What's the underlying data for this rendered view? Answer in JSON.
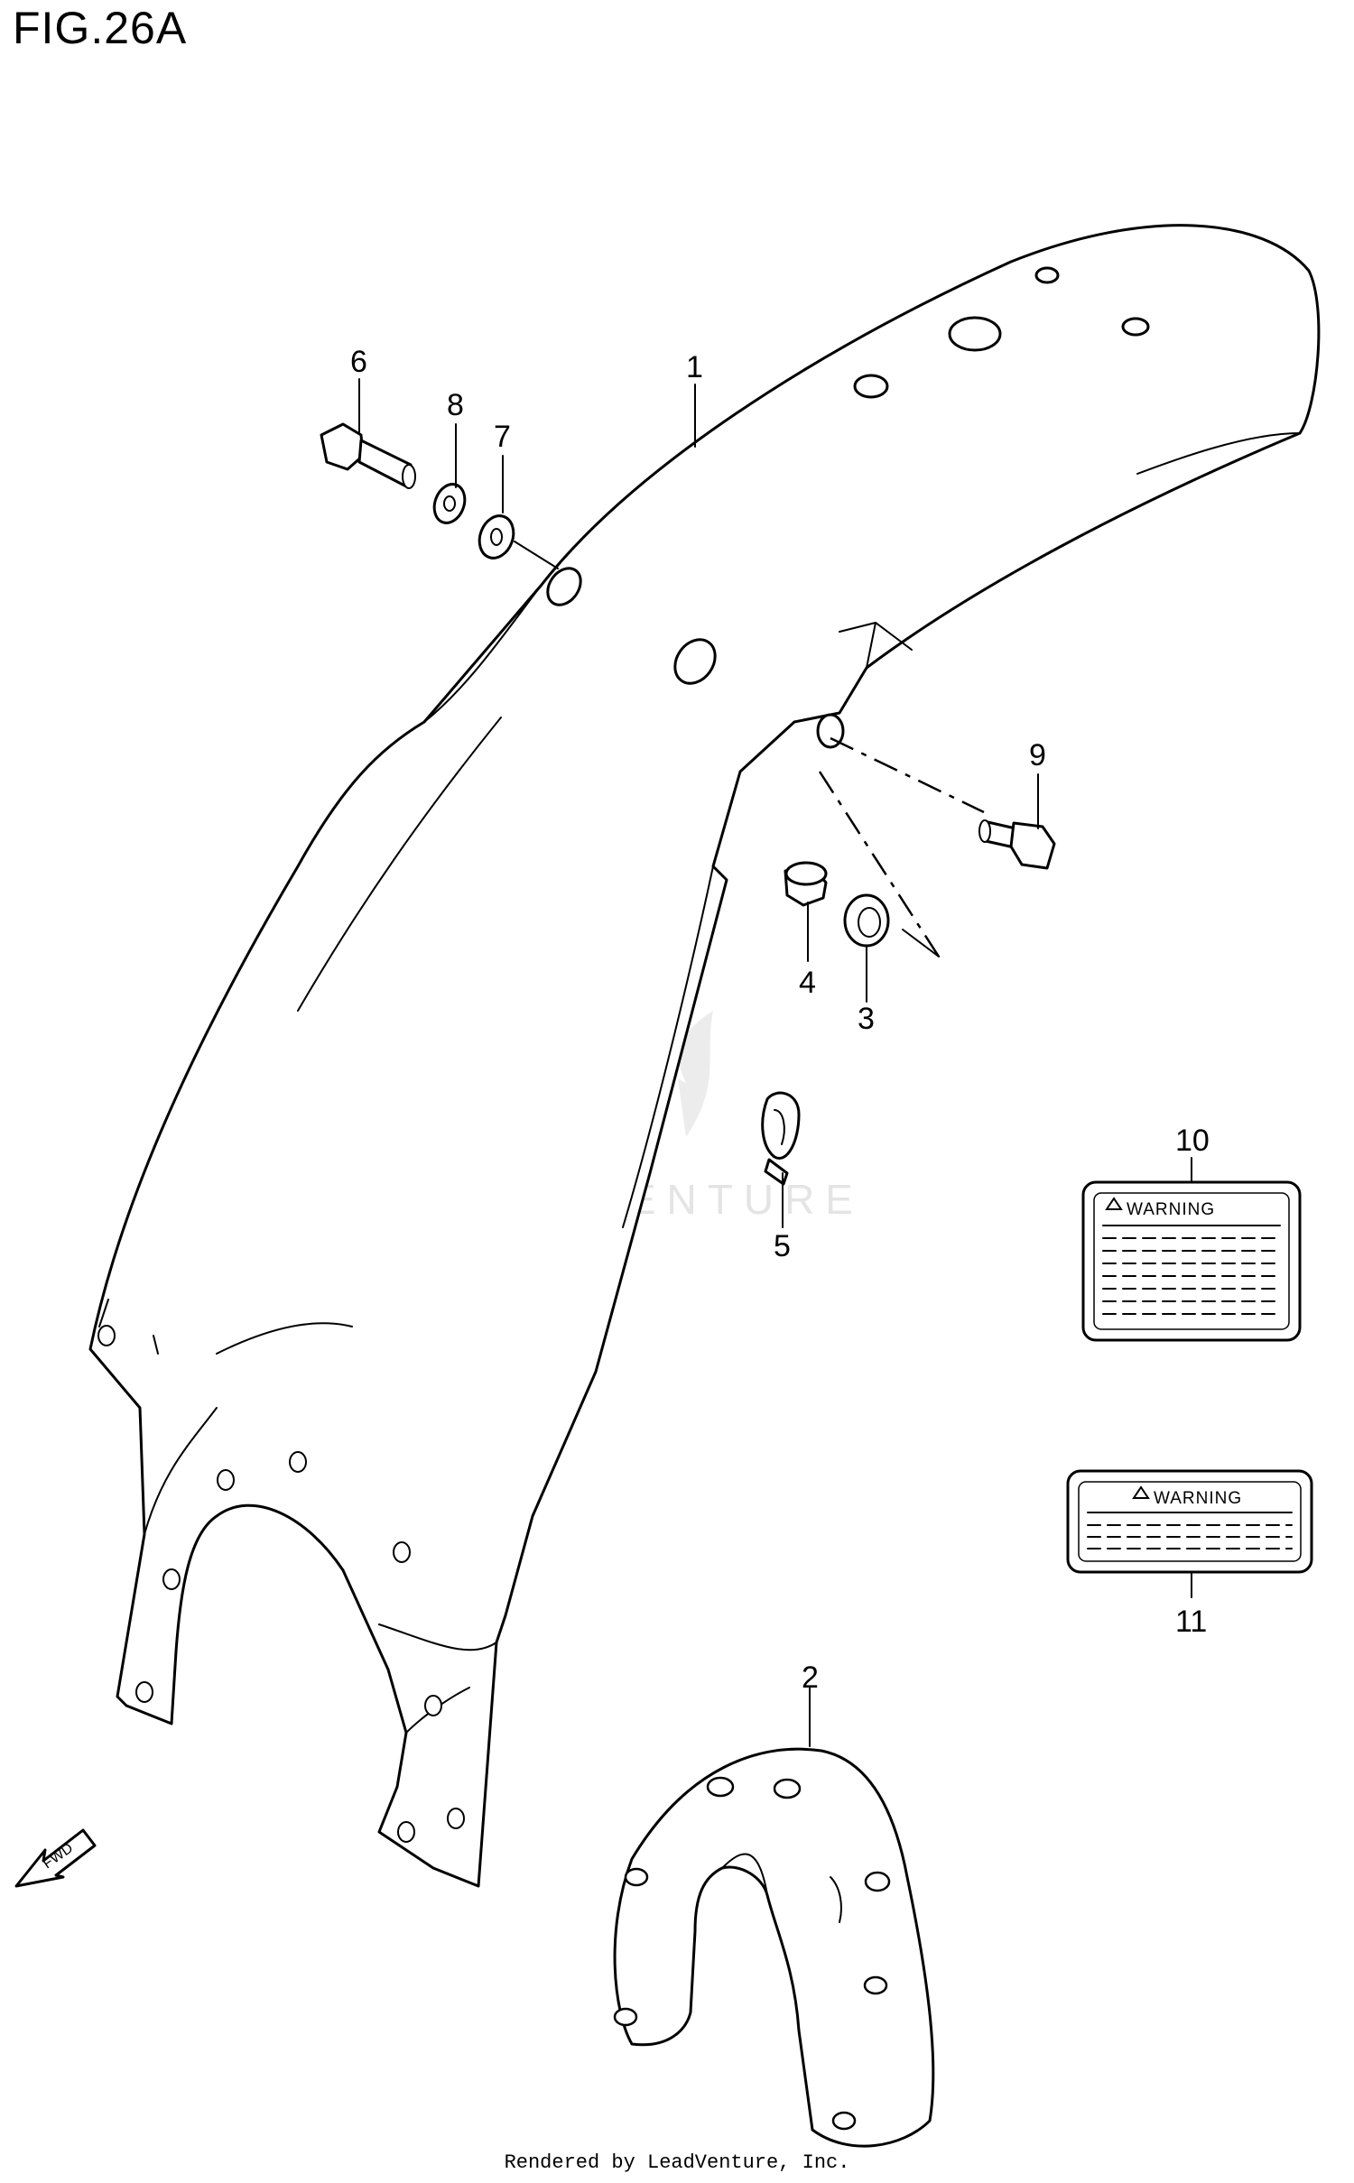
{
  "figure": {
    "title": "FIG.26A"
  },
  "callouts": [
    {
      "id": "1",
      "text": "1"
    },
    {
      "id": "2",
      "text": "2"
    },
    {
      "id": "3",
      "text": "3"
    },
    {
      "id": "4",
      "text": "4"
    },
    {
      "id": "5",
      "text": "5"
    },
    {
      "id": "6",
      "text": "6"
    },
    {
      "id": "7",
      "text": "7"
    },
    {
      "id": "8",
      "text": "8"
    },
    {
      "id": "9",
      "text": "9"
    },
    {
      "id": "10",
      "text": "10"
    },
    {
      "id": "11",
      "text": "11"
    }
  ],
  "labels": {
    "warning_10": "WARNING",
    "warning_11": "WARNING"
  },
  "direction_arrow": {
    "text": "FWD"
  },
  "watermark": {
    "text": "LEADVENTURE"
  },
  "footer": {
    "text": "Rendered by LeadVenture, Inc."
  }
}
